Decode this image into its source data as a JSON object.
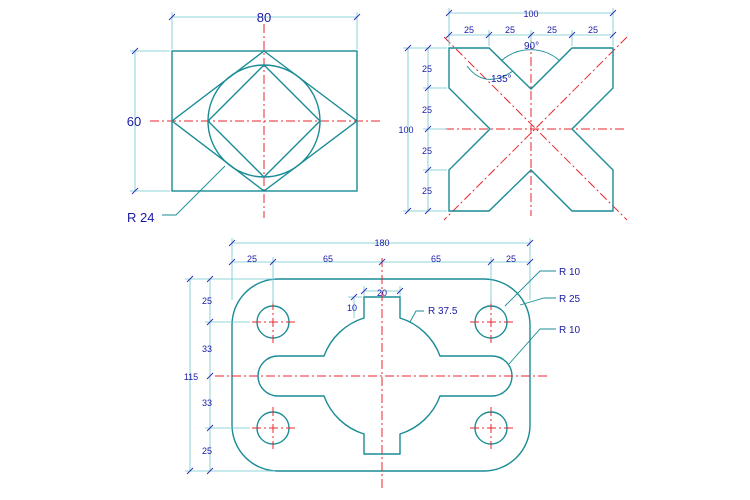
{
  "figure1": {
    "width_label": "80",
    "height_label": "60",
    "radius_label": "R 24"
  },
  "figure2": {
    "width_label": "100",
    "segments": [
      "25",
      "25",
      "25",
      "25"
    ],
    "height_label": "100",
    "vsegments": [
      "25",
      "25",
      "25",
      "25"
    ],
    "angle_top_label": "90°",
    "angle_side_label": "135°"
  },
  "figure3": {
    "width_label": "180",
    "segments": [
      "25",
      "65",
      "65",
      "25"
    ],
    "slot_width_label": "20",
    "slot_depth_label": "10",
    "height_label": "115",
    "vsegments": [
      "25",
      "33",
      "33",
      "25"
    ],
    "radius_labels": [
      "R 10",
      "R 25",
      "R 10",
      "R 37.5"
    ]
  },
  "colors": {
    "geometry": "#1a8c96",
    "centerline": "#e8262b",
    "dimension_text": "#1a1aa8",
    "dimension_line": "#6ec6cc"
  }
}
